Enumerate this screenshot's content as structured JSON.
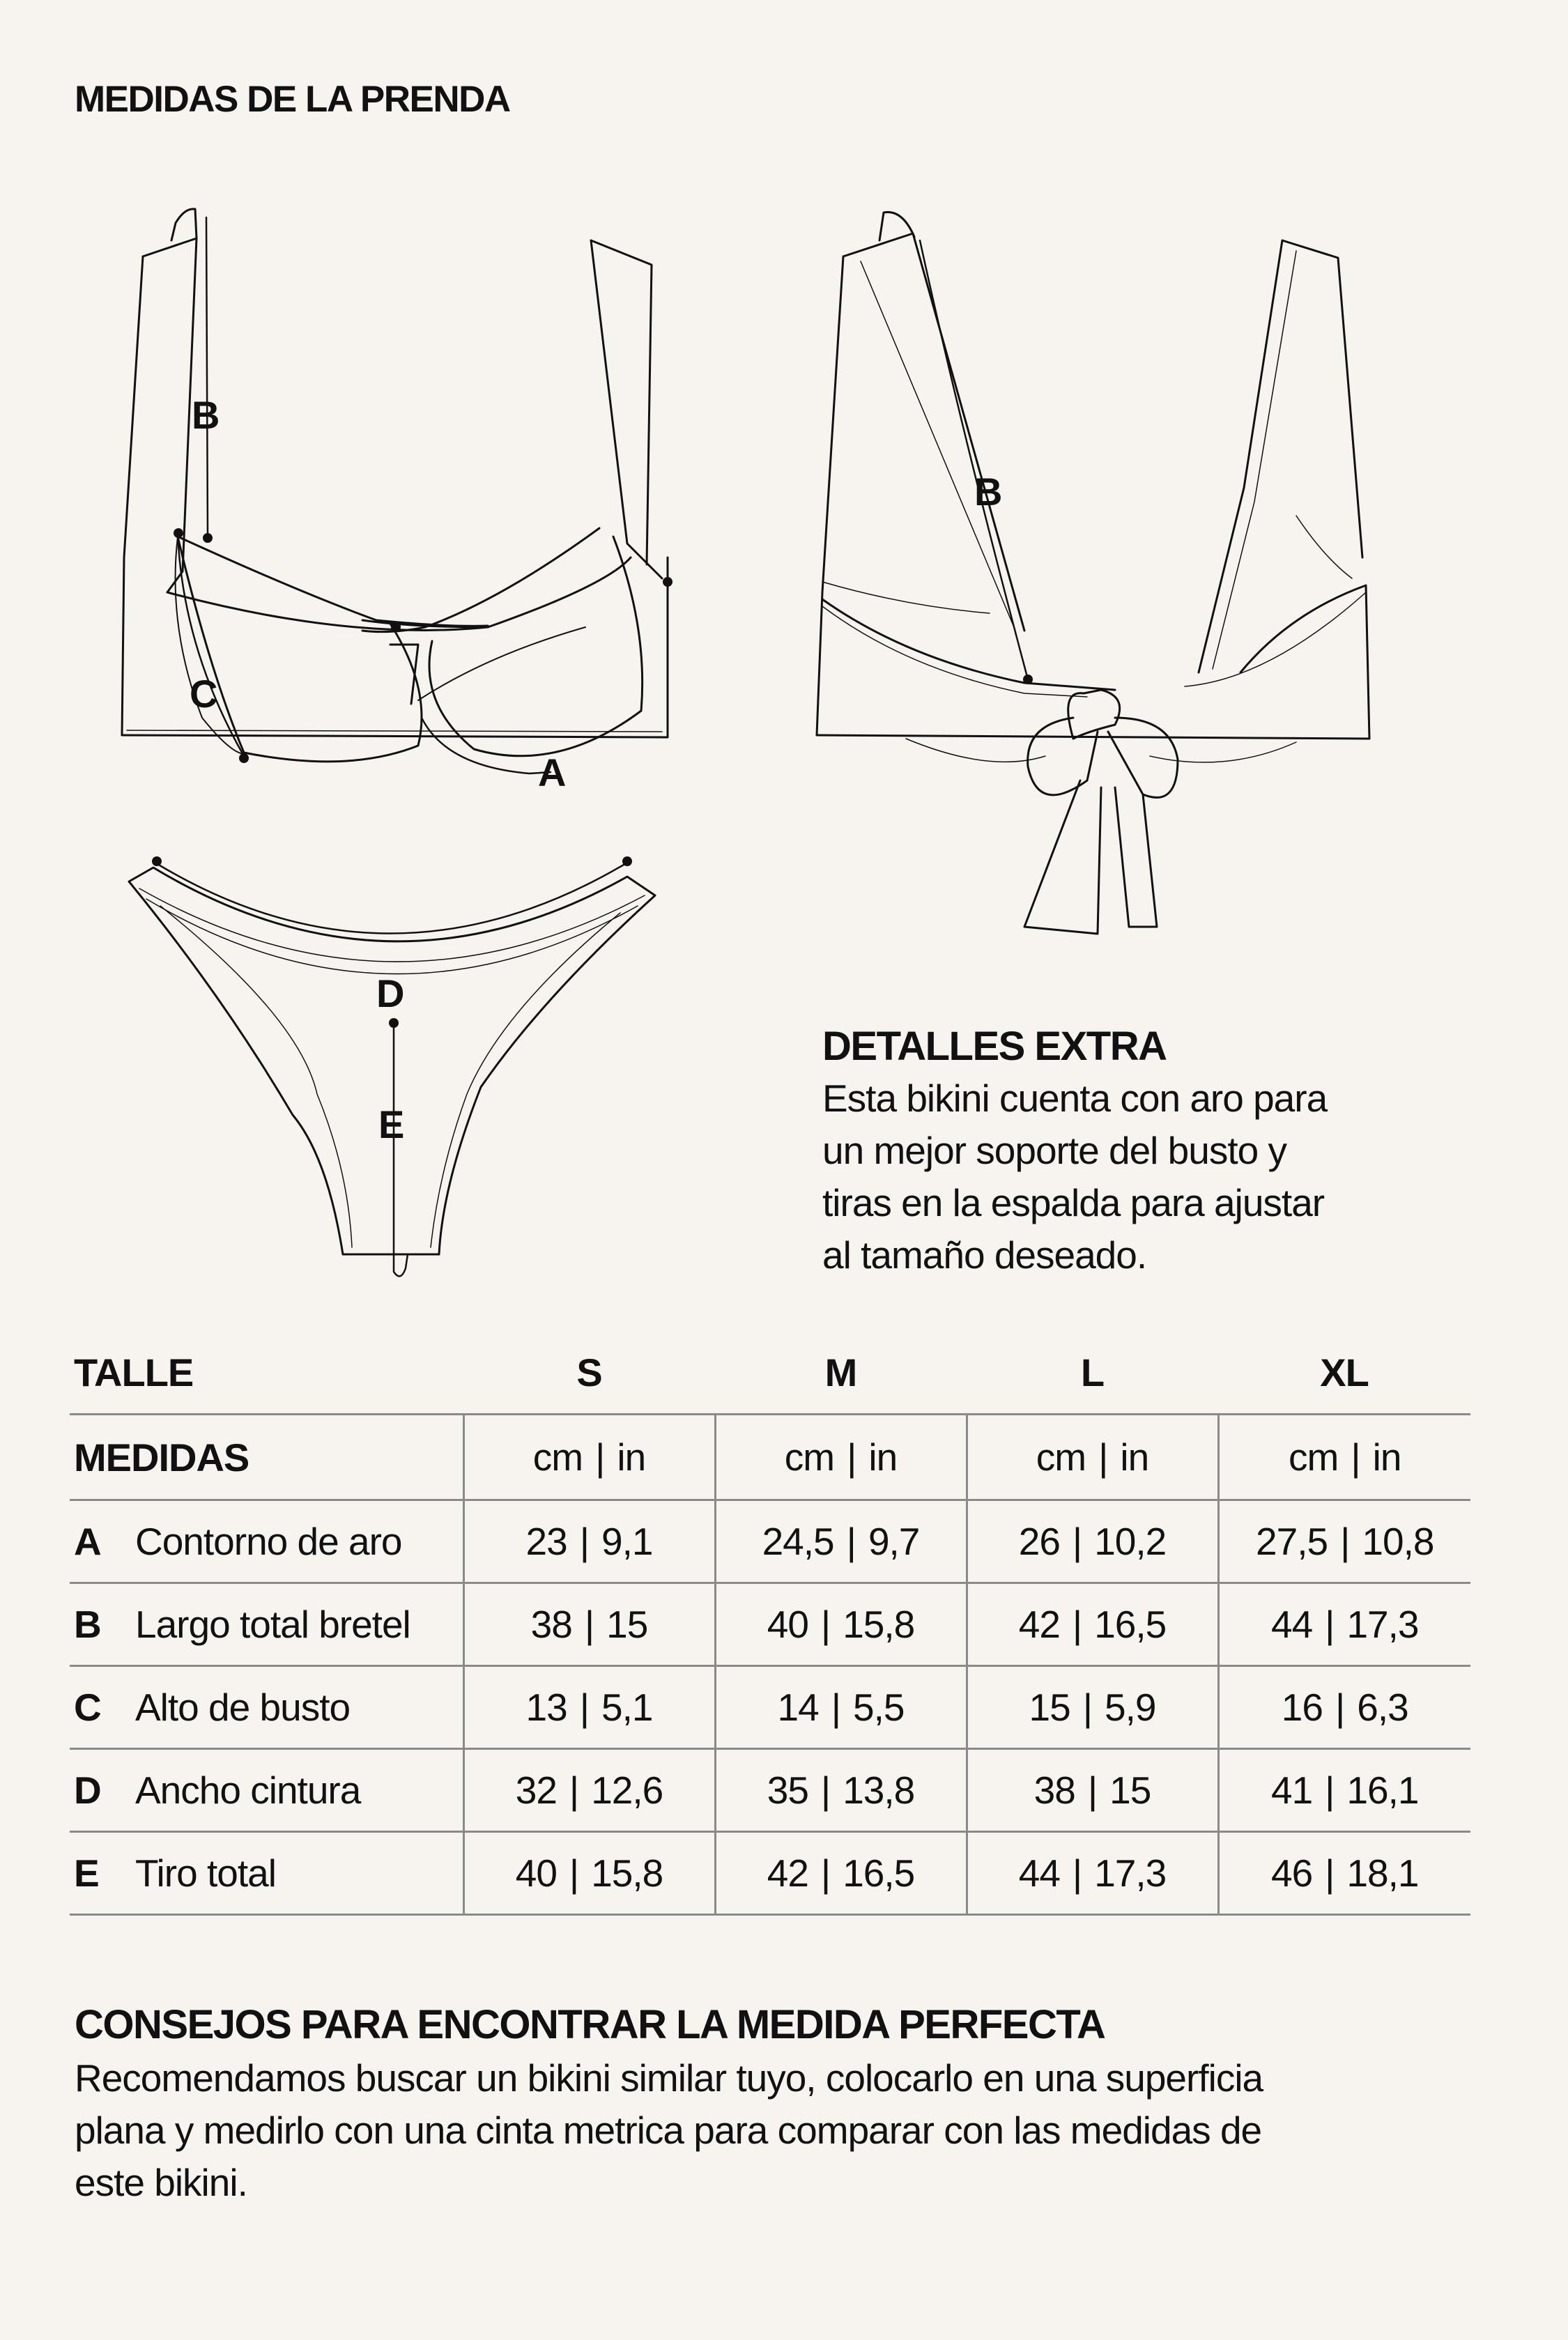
{
  "title": "MEDIDAS DE LA PRENDA",
  "diagram_labels": {
    "front_a": "A",
    "front_b": "B",
    "front_c": "C",
    "back_b": "B",
    "bottom_d": "D",
    "bottom_e": "E"
  },
  "extra": {
    "heading": "DETALLES EXTRA",
    "lines": [
      "Esta bikini cuenta con aro para",
      "un mejor soporte del busto y",
      "tiras en la espalda para ajustar",
      "al tamaño deseado."
    ]
  },
  "table": {
    "size_header": "TALLE",
    "sizes": [
      "S",
      "M",
      "L",
      "XL"
    ],
    "measures_header": "MEDIDAS",
    "unit_cm": "cm",
    "unit_in": "in",
    "separator": "|",
    "rows": [
      {
        "letter": "A",
        "name": "Contorno de aro",
        "values": [
          [
            "23",
            "9,1"
          ],
          [
            "24,5",
            "9,7"
          ],
          [
            "26",
            "10,2"
          ],
          [
            "27,5",
            "10,8"
          ]
        ]
      },
      {
        "letter": "B",
        "name": "Largo total bretel",
        "values": [
          [
            "38",
            "15"
          ],
          [
            "40",
            "15,8"
          ],
          [
            "42",
            "16,5"
          ],
          [
            "44",
            "17,3"
          ]
        ]
      },
      {
        "letter": "C",
        "name": "Alto de busto",
        "values": [
          [
            "13",
            "5,1"
          ],
          [
            "14",
            "5,5"
          ],
          [
            "15",
            "5,9"
          ],
          [
            "16",
            "6,3"
          ]
        ]
      },
      {
        "letter": "D",
        "name": "Ancho cintura",
        "values": [
          [
            "32",
            "12,6"
          ],
          [
            "35",
            "13,8"
          ],
          [
            "38",
            "15"
          ],
          [
            "41",
            "16,1"
          ]
        ]
      },
      {
        "letter": "E",
        "name": "Tiro total",
        "values": [
          [
            "40",
            "15,8"
          ],
          [
            "42",
            "16,5"
          ],
          [
            "44",
            "17,3"
          ],
          [
            "46",
            "18,1"
          ]
        ]
      }
    ]
  },
  "tips": {
    "heading": "CONSEJOS PARA ENCONTRAR LA MEDIDA PERFECTA",
    "lines": [
      "Recomendamos buscar un bikini similar tuyo, colocarlo en una superficia",
      "plana y medirlo con una cinta metrica para comparar  con las medidas de",
      "este bikini."
    ]
  }
}
